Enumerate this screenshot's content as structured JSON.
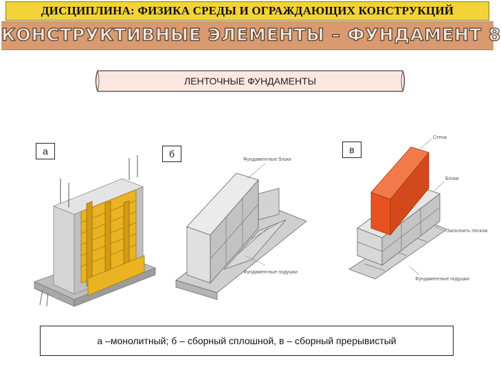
{
  "header": {
    "discipline": "ДИСЦИПЛИНА: ФИЗИКА СРЕДЫ И ОГРАЖДАЮЩИХ КОНСТРУКЦИЙ"
  },
  "band": {
    "title": "КОНСТРУКТИВНЫЕ ЭЛЕМЕНТЫ – ФУНДАМЕНТ 8"
  },
  "scroll": {
    "title": "ЛЕНТОЧНЫЕ ФУНДАМЕНТЫ"
  },
  "figures": {
    "a": {
      "tag": "а"
    },
    "b": {
      "tag": "б",
      "label_blocks": "Фундаментные блоки",
      "label_pads": "Фундаментные подушки"
    },
    "c": {
      "tag": "в",
      "label_wall": "Стена",
      "label_blocks": "Блоки",
      "label_sand": "Заполнить песком",
      "label_pads": "Фундаментные подушки"
    }
  },
  "caption": {
    "text": "а –монолитный; б – сборный сплошной, в – сборный прерывистый"
  },
  "colors": {
    "header_bg": "#f4d23a",
    "band_bg": "#d99a6f",
    "scroll_bg": "#fbe7e0",
    "formwork": "#e9b323",
    "concrete": "#c9c9c9",
    "wall": "#e8521f"
  }
}
